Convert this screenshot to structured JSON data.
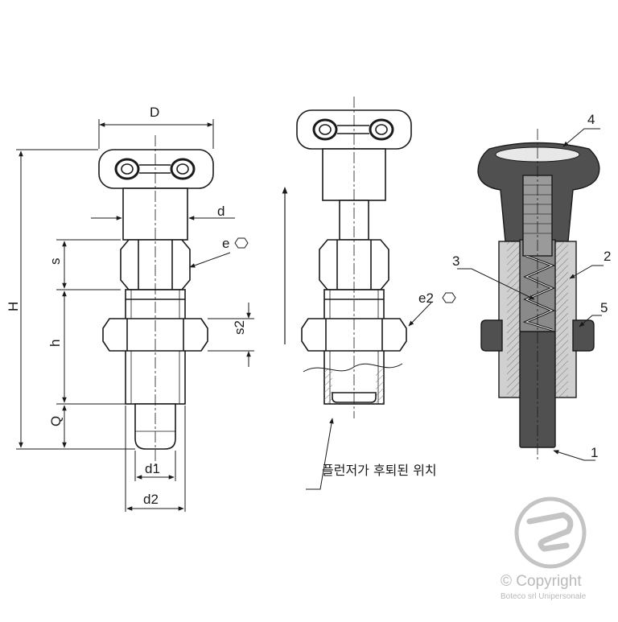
{
  "dimensions": {
    "D": "D",
    "d": "d",
    "e": "e",
    "s": "s",
    "H": "H",
    "h": "h",
    "s2": "s2",
    "Q": "Q",
    "d1": "d1",
    "d2": "d2",
    "e2": "e2"
  },
  "middle_view": {
    "caption": "플런저가 후퇴된 위치"
  },
  "section_view": {
    "callouts": [
      "4",
      "2",
      "3",
      "5",
      "1"
    ]
  },
  "watermark": {
    "copyright": "© Copyright",
    "company": "Boteco srl Unipersonale"
  },
  "colors": {
    "line": "#1a1a1a",
    "section_dark": "#505050",
    "section_mid": "#8a8a8a",
    "section_light": "#d0d0d0",
    "watermark": "#c4c4c4"
  }
}
